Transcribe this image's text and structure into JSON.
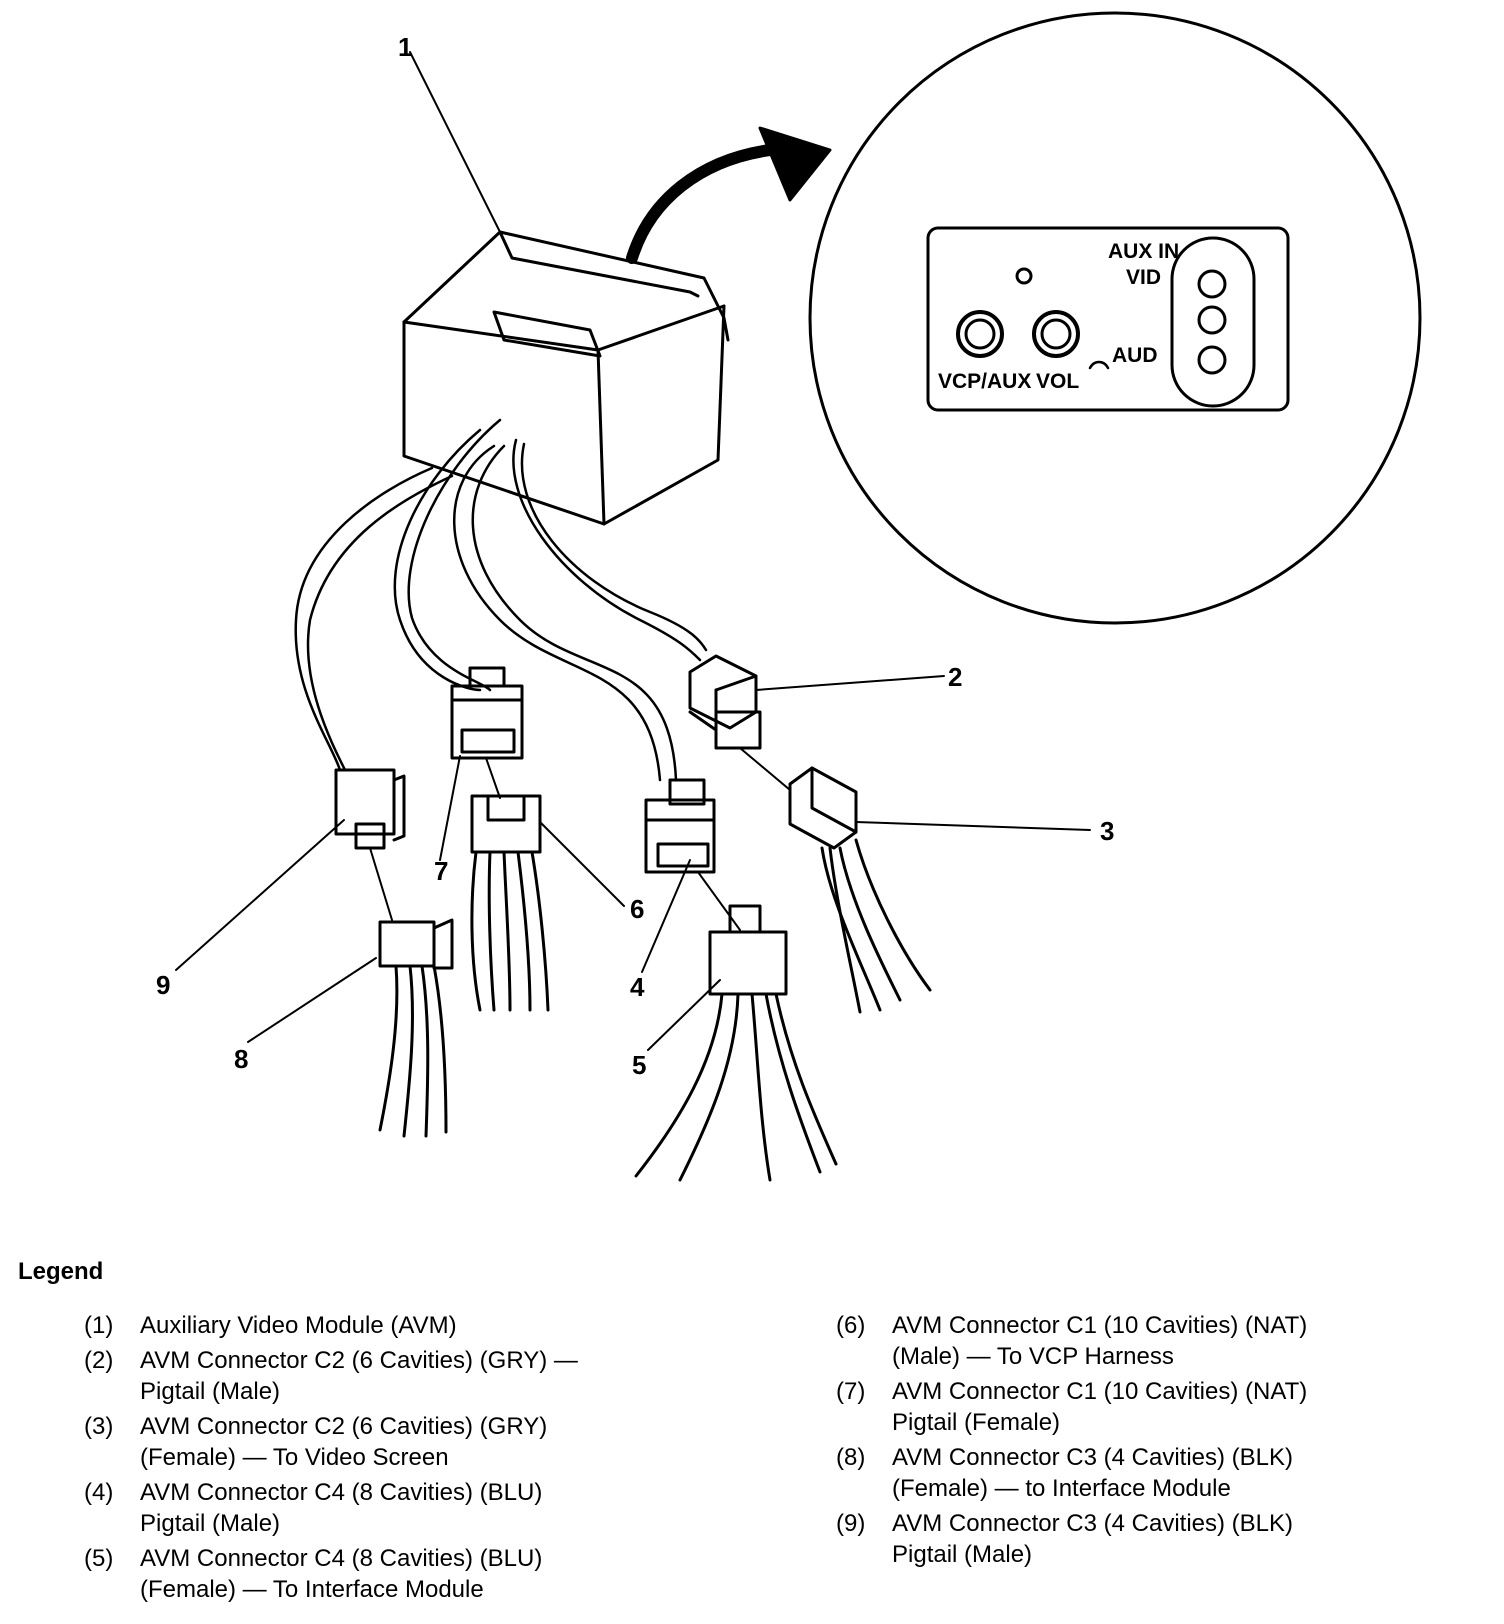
{
  "callouts": [
    "1",
    "2",
    "3",
    "4",
    "5",
    "6",
    "7",
    "8",
    "9"
  ],
  "panel": {
    "aux_in": "AUX IN",
    "vid": "VID",
    "aud": "AUD",
    "vcp_aux": "VCP/AUX",
    "vol": "VOL"
  },
  "legend": {
    "title": "Legend",
    "items": [
      {
        "num": "(1)",
        "lines": [
          "Auxiliary Video Module (AVM)"
        ]
      },
      {
        "num": "(2)",
        "lines": [
          "AVM Connector C2 (6 Cavities) (GRY) —",
          "Pigtail (Male)"
        ]
      },
      {
        "num": "(3)",
        "lines": [
          "AVM Connector C2 (6 Cavities) (GRY)",
          "(Female) — To Video Screen"
        ]
      },
      {
        "num": "(4)",
        "lines": [
          "AVM Connector C4 (8 Cavities) (BLU)",
          "Pigtail (Male)"
        ]
      },
      {
        "num": "(5)",
        "lines": [
          "AVM Connector C4 (8 Cavities) (BLU)",
          "(Female) — To Interface Module"
        ]
      },
      {
        "num": "(6)",
        "lines": [
          "AVM Connector C1 (10 Cavities) (NAT)",
          "(Male) — To VCP Harness"
        ]
      },
      {
        "num": "(7)",
        "lines": [
          "AVM Connector C1 (10 Cavities) (NAT)",
          "Pigtail (Female)"
        ]
      },
      {
        "num": "(8)",
        "lines": [
          "AVM Connector C3 (4 Cavities) (BLK)",
          "(Female) — to Interface Module"
        ]
      },
      {
        "num": "(9)",
        "lines": [
          "AVM Connector C3 (4 Cavities) (BLK)",
          "Pigtail (Male)"
        ]
      }
    ]
  }
}
